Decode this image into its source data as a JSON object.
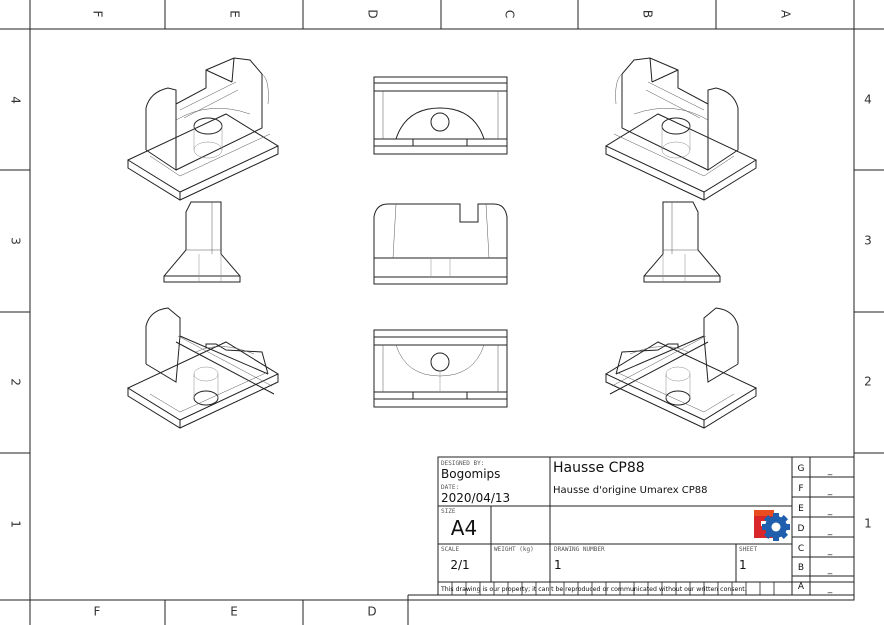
{
  "zones": {
    "top": [
      "F",
      "E",
      "D",
      "C",
      "B",
      "A"
    ],
    "bottom": [
      "F",
      "E",
      "D"
    ],
    "left": [
      "4",
      "3",
      "2",
      "1"
    ],
    "right": [
      "4",
      "3",
      "2",
      "1"
    ]
  },
  "title_block": {
    "designed_by_label": "DESIGNED BY:",
    "designed_by": "Bogomips",
    "date_label": "DATE:",
    "date": "2020/04/13",
    "size_label": "SIZE",
    "size": "A4",
    "title": "Hausse CP88",
    "subtitle": "Hausse d'origine Umarex CP88",
    "scale_label": "SCALE",
    "scale": "2/1",
    "weight_label": "WEIGHT (kg)",
    "weight": "",
    "drawing_number_label": "DRAWING NUMBER",
    "drawing_number": "1",
    "sheet_label": "SHEET",
    "sheet": "1",
    "disclaimer": "This drawing is our property; it can't be reproduced or communicated without our written consent.",
    "revisions": [
      {
        "letter": "G",
        "value": "_"
      },
      {
        "letter": "F",
        "value": "_"
      },
      {
        "letter": "E",
        "value": "_"
      },
      {
        "letter": "D",
        "value": "_"
      },
      {
        "letter": "C",
        "value": "_"
      },
      {
        "letter": "B",
        "value": "_"
      },
      {
        "letter": "A",
        "value": "_"
      }
    ],
    "logo": "freecad-logo"
  }
}
